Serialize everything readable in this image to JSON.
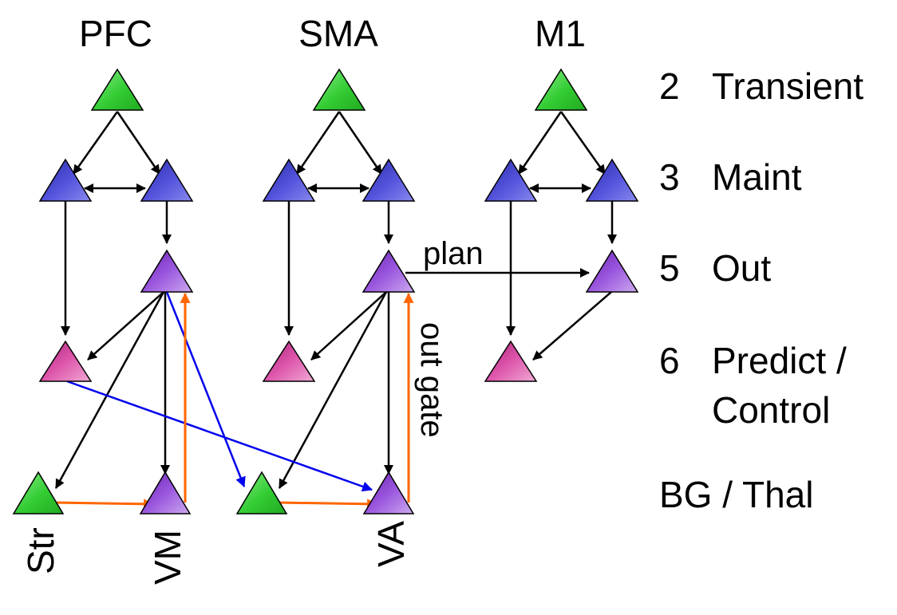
{
  "columns": [
    {
      "title": "PFC"
    },
    {
      "title": "SMA"
    },
    {
      "title": "M1"
    }
  ],
  "layers": [
    {
      "num": "2",
      "name": "Transient"
    },
    {
      "num": "3",
      "name": "Maint"
    },
    {
      "num": "5",
      "name": "Out"
    },
    {
      "num": "6",
      "name": "Predict /",
      "name2": "Control"
    }
  ],
  "bg_label": "BG / Thal",
  "labels": {
    "plan": "plan",
    "out_gate": "out gate",
    "str": "Str",
    "vm": "VM",
    "va": "VA"
  },
  "colors": {
    "transient_green": "#33cc33",
    "maint_blue": "#4444cc",
    "out_purple": "#8844cc",
    "predict_magenta": "#cc3399",
    "arrow_black": "#000000",
    "arrow_blue": "#0000ee",
    "arrow_orange": "#ff6600"
  }
}
